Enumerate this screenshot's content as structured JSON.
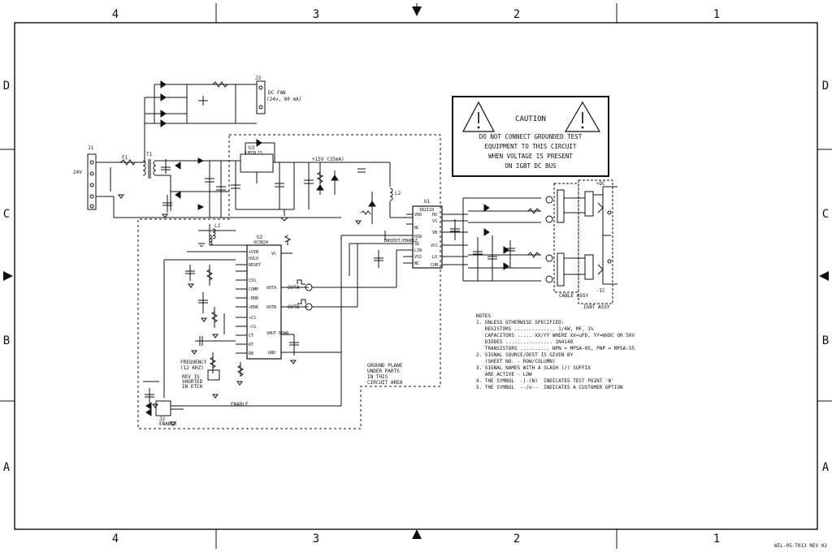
{
  "frame": {
    "column_labels_top": [
      "4",
      "3",
      "2",
      "1"
    ],
    "column_labels_bottom": [
      "4",
      "3",
      "2",
      "1"
    ],
    "row_labels_left": [
      "D",
      "C",
      "B",
      "A"
    ],
    "row_labels_right": [
      "D",
      "C",
      "B",
      "A"
    ],
    "drawing_id": "WIL-05-T013 REV 02"
  },
  "caution": {
    "title": "CAUTION",
    "lines": [
      "DO NOT CONNECT GROUNDED TEST",
      "EQUIPMENT TO THIS CIRCUIT",
      "WHEN VOLTAGE IS PRESENT",
      "ON IGBT DC BUS"
    ]
  },
  "connectors": {
    "j1": "J1",
    "j3": "J3",
    "j3_label": "DC FAN",
    "j3_sub": "(24v, 80 mA)",
    "j2": "J2",
    "j2_sub": "ENABLE",
    "input_voltage": "24V",
    "dc_plus": "+DC",
    "dc_minus": "-IC",
    "cable_assy": "CABLE ASSY",
    "igbt_assy": "IGBT ASSY"
  },
  "components": {
    "u1": "U1",
    "u1_part": "IR2110",
    "u2": "U2",
    "u2_part": "UC3824",
    "u3": "U3",
    "u3_part": "LM78L15",
    "t1": "T1",
    "f1": "F1",
    "l1": "L1",
    "l2": "L2",
    "enable_label": "ENABLE",
    "enable_sig": "INHIBIT/ENABLE",
    "vcc_label": "+15V",
    "vcc_current": "(35mA)",
    "freq_note": [
      "FREQUENCY",
      "(12 KHZ)"
    ],
    "rev_note": [
      "REV IS",
      "SHORTED",
      "IN ETCH"
    ],
    "ground_plane": [
      "GROUND PLANE",
      "UNDER PARTS",
      "IN THIS",
      "CIRCUIT AREA"
    ],
    "outa": "OUTA",
    "outb": "OUTB",
    "u2_pins": [
      "+VIN",
      "UVLO",
      "RESET",
      "CSS",
      "COMP",
      "-ERR",
      "+ERR",
      "+CS",
      "-CS",
      "CT",
      "RT",
      "RB",
      "OUTA",
      "OUTB",
      "SHUT DOWN",
      "GND",
      "VC"
    ],
    "u1_pins": [
      "VDD",
      "HIN",
      "SD",
      "LIN",
      "VSS",
      "NC",
      "NC",
      "HO",
      "VS",
      "VB",
      "VCC",
      "LO",
      "COM"
    ]
  },
  "notes": {
    "heading": "NOTES",
    "lines": [
      "1. UNLESS OTHERWISE SPECIFIED:",
      "   RESISTORS .............. 1/4W, MF, 1%",
      "   CAPACITORS ..... XX/YY WHERE XX=uFD, YY=WVDC OR 50V",
      "   DIODES ................ 1N4148",
      "   TRANSISTORS .......... NPN = MPSA-05, PNP = MPSA-55",
      "",
      "2. SIGNAL SOURCE/DEST IS GIVEN BY",
      "   (SHEET NO. - ROW/COLUMN)",
      "",
      "3. SIGNAL NAMES WITH A SLASH (/) SUFFIX",
      "   ARE ACTIVE - LOW",
      "",
      "4. THE SYMBOL  -|-(N)  INDICATES TEST POINT 'N'",
      "",
      "5. THE SYMBOL  --/o--  INDICATES A CUSTOMER OPTION"
    ]
  }
}
